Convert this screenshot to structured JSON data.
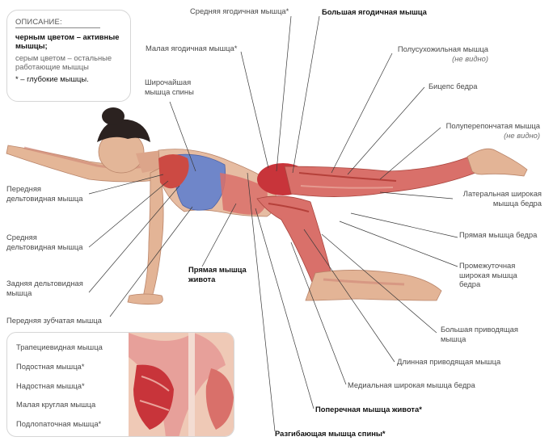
{
  "legend": {
    "title": "ОПИСАНИЕ:",
    "black": "черным цветом – активные мышцы;",
    "grey": "серым цветом – остальные работающие мышцы",
    "deep": "* – глубокие мышцы."
  },
  "labels": {
    "gluteus_medius": "Средняя ягодичная мышца*",
    "gluteus_maximus": "Большая ягодичная мышца",
    "gluteus_minimus": "Малая ягодичная мышца*",
    "semitendinosus": "Полусухожильная мышца",
    "semitendinosus_note": "(не видно)",
    "latissimus": "Широчайшая мышца спины",
    "biceps_femoris": "Бицепс бедра",
    "semimembranosus": "Полуперепончатая мышца",
    "semimembranosus_note": "(не видно)",
    "anterior_deltoid": "Передняя дельтовидная мышца",
    "vastus_lateralis": "Латеральная широкая мышца бедра",
    "middle_deltoid": "Средняя дельтовидная мышца",
    "rectus_femoris": "Прямая мышца бедра",
    "rectus_abdominis": "Прямая мышца живота",
    "vastus_intermedius": "Промежуточная широкая мышца бедра",
    "posterior_deltoid": "Задняя дельтовидная мышца",
    "serratus": "Передняя зубчатая мышца",
    "adductor_magnus": "Большая приводящая мышца",
    "trapezius": "Трапециевидная мышца",
    "adductor_longus": "Длинная приводящая мышца",
    "infraspinatus": "Подостная мышца*",
    "supraspinatus": "Надостная мышца*",
    "vastus_medialis": "Медиальная широкая мышца бедра",
    "teres_minor": "Малая круглая мышца",
    "transversus": "Поперечная мышца живота*",
    "subscapularis": "Подлопаточная мышца*",
    "erector_spinae": "Разгибающая мышца спины*"
  },
  "colors": {
    "skin": "#e8c3a8",
    "muscle": "#d9706a",
    "muscle_active": "#c8343a",
    "muscle_light": "#f1c1b4",
    "top": "#6f86c9",
    "hair": "#2b2220",
    "leader_line": "#3a3a3a"
  },
  "icons": {
    "figure": "exercise-figure-muscles-icon",
    "inset": "upper-back-muscles-icon"
  }
}
